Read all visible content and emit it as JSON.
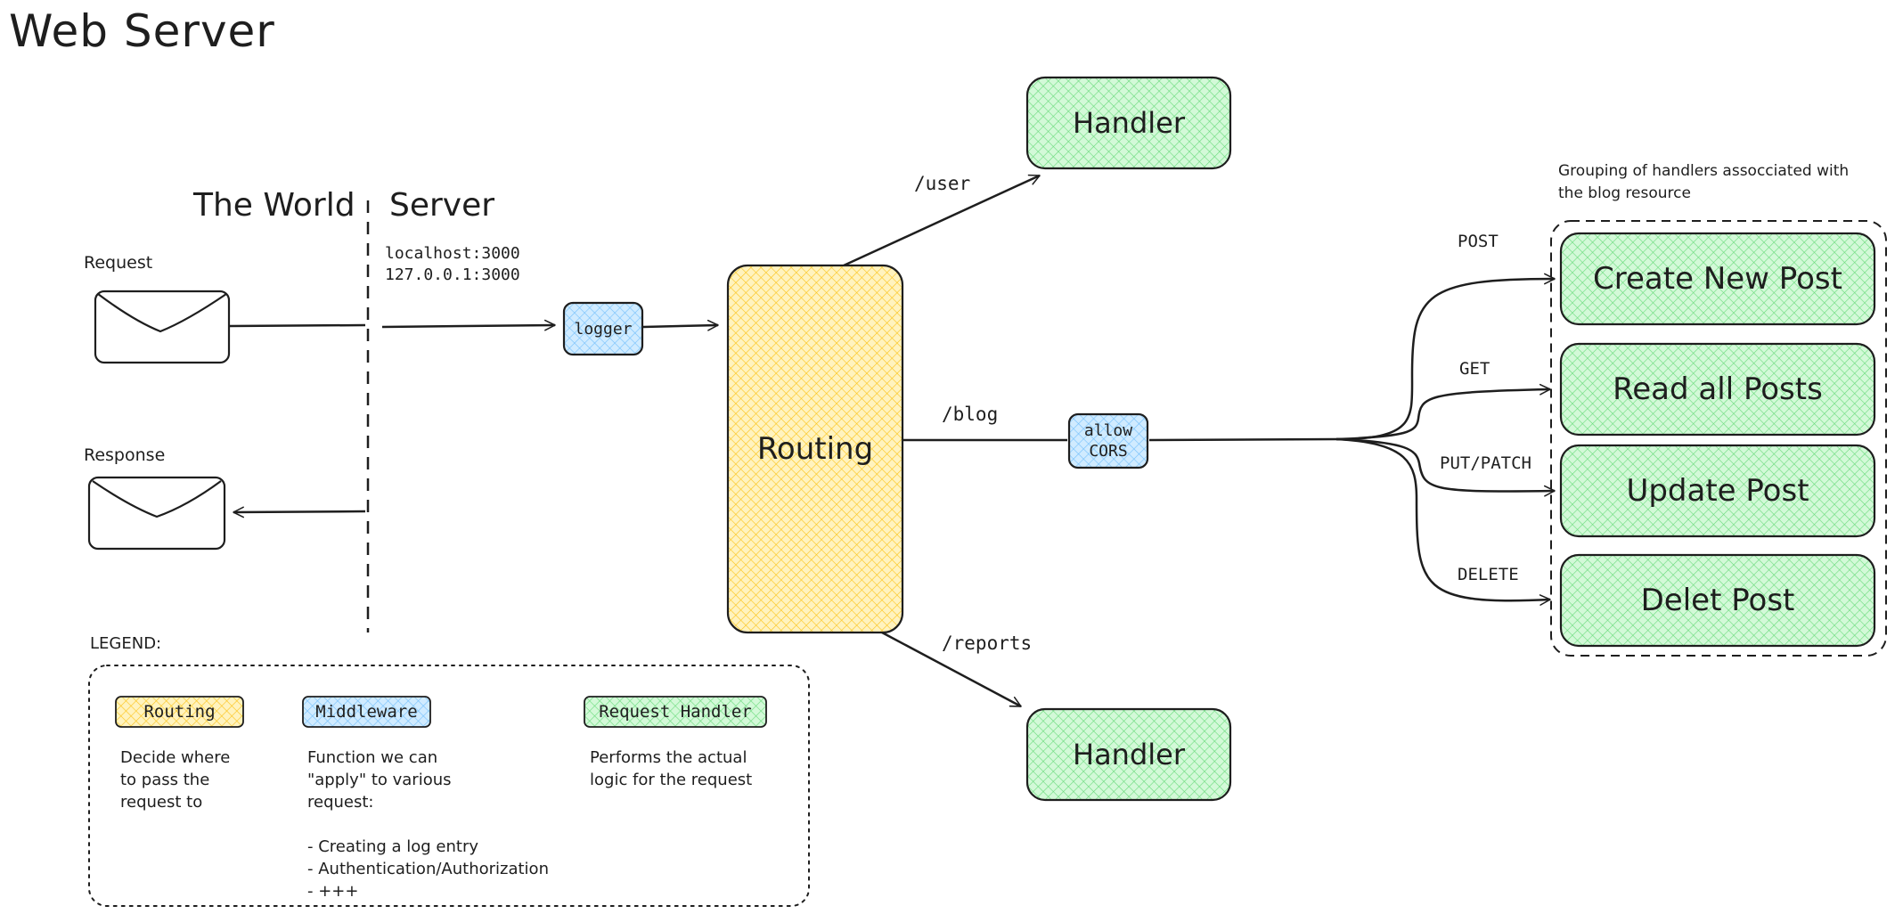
{
  "title": "Web Server",
  "sides": {
    "world": "The World",
    "server": "Server"
  },
  "addresses": [
    "localhost:3000",
    "127.0.0.1:3000"
  ],
  "request_label": "Request",
  "response_label": "Response",
  "logger_label": "logger",
  "routing_label": "Routing",
  "routes": {
    "user": "/user",
    "blog": "/blog",
    "reports": "/reports"
  },
  "cors_label": "allow\nCORS",
  "handlers": {
    "user": "Handler",
    "reports": "Handler"
  },
  "group_note": "Grouping of handlers assocciated with\nthe blog resource",
  "blog_handlers": [
    {
      "method": "POST",
      "label": "Create New Post"
    },
    {
      "method": "GET",
      "label": "Read all Posts"
    },
    {
      "method": "PUT/PATCH",
      "label": "Update Post"
    },
    {
      "method": "DELETE",
      "label": "Delet Post"
    }
  ],
  "legend": {
    "heading": "LEGEND:",
    "items": [
      {
        "chip": "Routing",
        "desc": "Decide where\nto pass the\nrequest to"
      },
      {
        "chip": "Middleware",
        "desc": "Function we can\n\"apply\" to various\nrequest:\n\n- Creating a log entry\n- Authentication/Authorization\n- +++"
      },
      {
        "chip": "Request Handler",
        "desc": "Performs the actual\nlogic for the request"
      }
    ]
  },
  "colors": {
    "routing_fill": "#fff3bf",
    "routing_hatch": "#fcc419",
    "middleware_fill": "#d0ebff",
    "middleware_hatch": "#74c0fc",
    "handler_fill": "#d3f9d8",
    "handler_hatch": "#69db7c",
    "stroke": "#1e1e1e"
  }
}
